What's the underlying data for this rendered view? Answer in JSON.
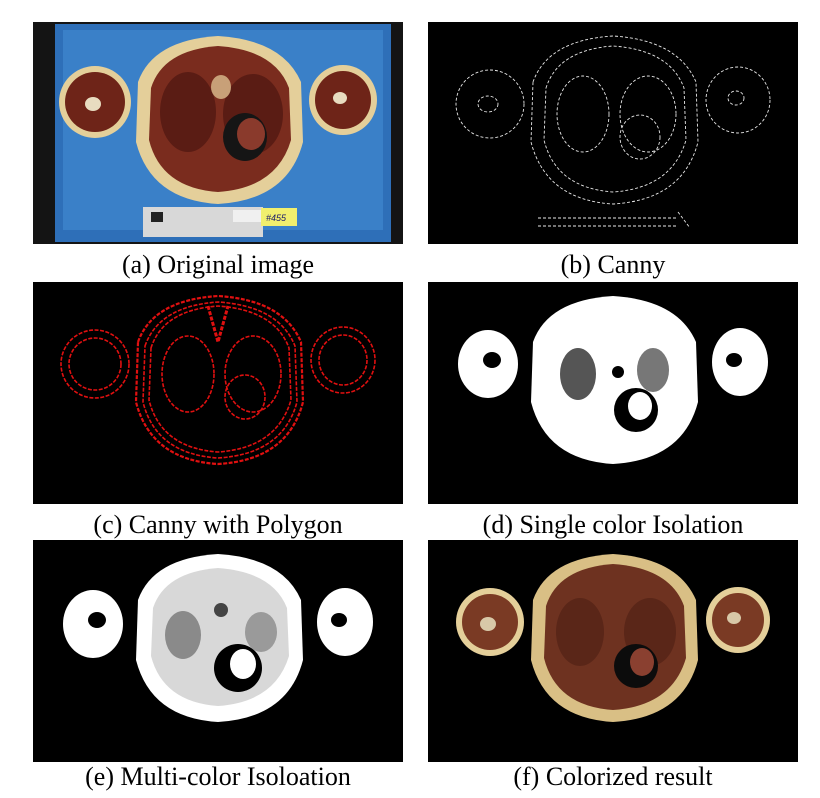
{
  "figure": {
    "panels": [
      {
        "id": "a",
        "caption": "(a) Original image",
        "view": "original",
        "tag": "#455"
      },
      {
        "id": "b",
        "caption": "(b) Canny",
        "view": "edges-white"
      },
      {
        "id": "c",
        "caption": "(c) Canny with Polygon",
        "view": "edges-red"
      },
      {
        "id": "d",
        "caption": "(d) Single color Isolation",
        "view": "mask-single"
      },
      {
        "id": "e",
        "caption": "(e) Multi-color Isoloation",
        "view": "mask-multi"
      },
      {
        "id": "f",
        "caption": "(f) Colorized result",
        "view": "colorized"
      }
    ],
    "colors": {
      "background": "#ffffff",
      "panel_bg": "#000000",
      "blue_frame": "#2e6fb8",
      "skin": "#e4cf9a",
      "muscle": "#6e2418",
      "edge_white": "#e8e8e8",
      "edge_red": "#e01010",
      "mask": "#ffffff"
    }
  }
}
